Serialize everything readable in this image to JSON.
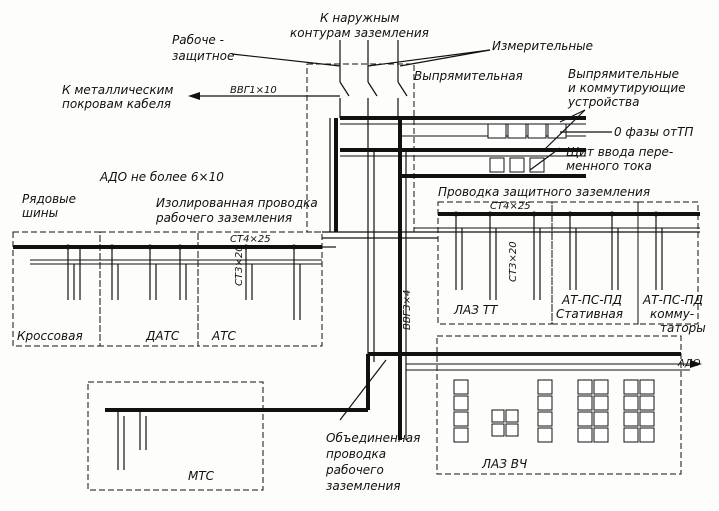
{
  "labels": {
    "to_outer_contours_1": "К наружным",
    "to_outer_contours_2": "контурам заземления",
    "work_protective_1": "Рабоче -",
    "work_protective_2": "защитное",
    "measuring": "Измерительные",
    "to_metal_covers_1": "К металлическим",
    "to_metal_covers_2": "покровам кабеля",
    "cable_vvg_top": "ВВГ1×10",
    "rectifier_room": "Выпрямительная",
    "rectifier_devices_1": "Выпрямительные",
    "rectifier_devices_2": "и коммутирующие",
    "rectifier_devices_3": "устройства",
    "zero_phase": "0 фазы отТП",
    "ac_board_1": "Щит ввода пере-",
    "ac_board_2": "менного тока",
    "ado_max": "АДО не более 6×10",
    "row_bars_1": "Рядовые",
    "row_bars_2": "шины",
    "insulated_wiring_1": "Изолированная проводка",
    "insulated_wiring_2": "рабочего заземления",
    "protective_wiring": "Проводка защитного заземления",
    "st_25_right": "СТ4×25",
    "st_25_left": "СТ4×25",
    "st_20_left": "СТ3×20",
    "st_20_right": "СТ3×20",
    "vvg_34": "ВВГ3×4",
    "room_krossovaya": "Кроссовая",
    "room_dats": "ДАТС",
    "room_ats": "АТС",
    "room_laz_tt": "ЛАЗ  ТТ",
    "room_at_stat_1": "АТ-ПС-ПД",
    "room_at_stat_2": "Стативная",
    "room_at_komm_1": "АТ-ПС-ПД",
    "room_at_komm_2": "комму-",
    "room_at_komm_3": "таторы",
    "ado_right": "АДО",
    "room_mts": "МТС",
    "room_laz_vch": "ЛАЗ  ВЧ",
    "combined_wiring_1": "Объединенная",
    "combined_wiring_2": "проводка",
    "combined_wiring_3": "рабочего",
    "combined_wiring_4": "заземления"
  }
}
